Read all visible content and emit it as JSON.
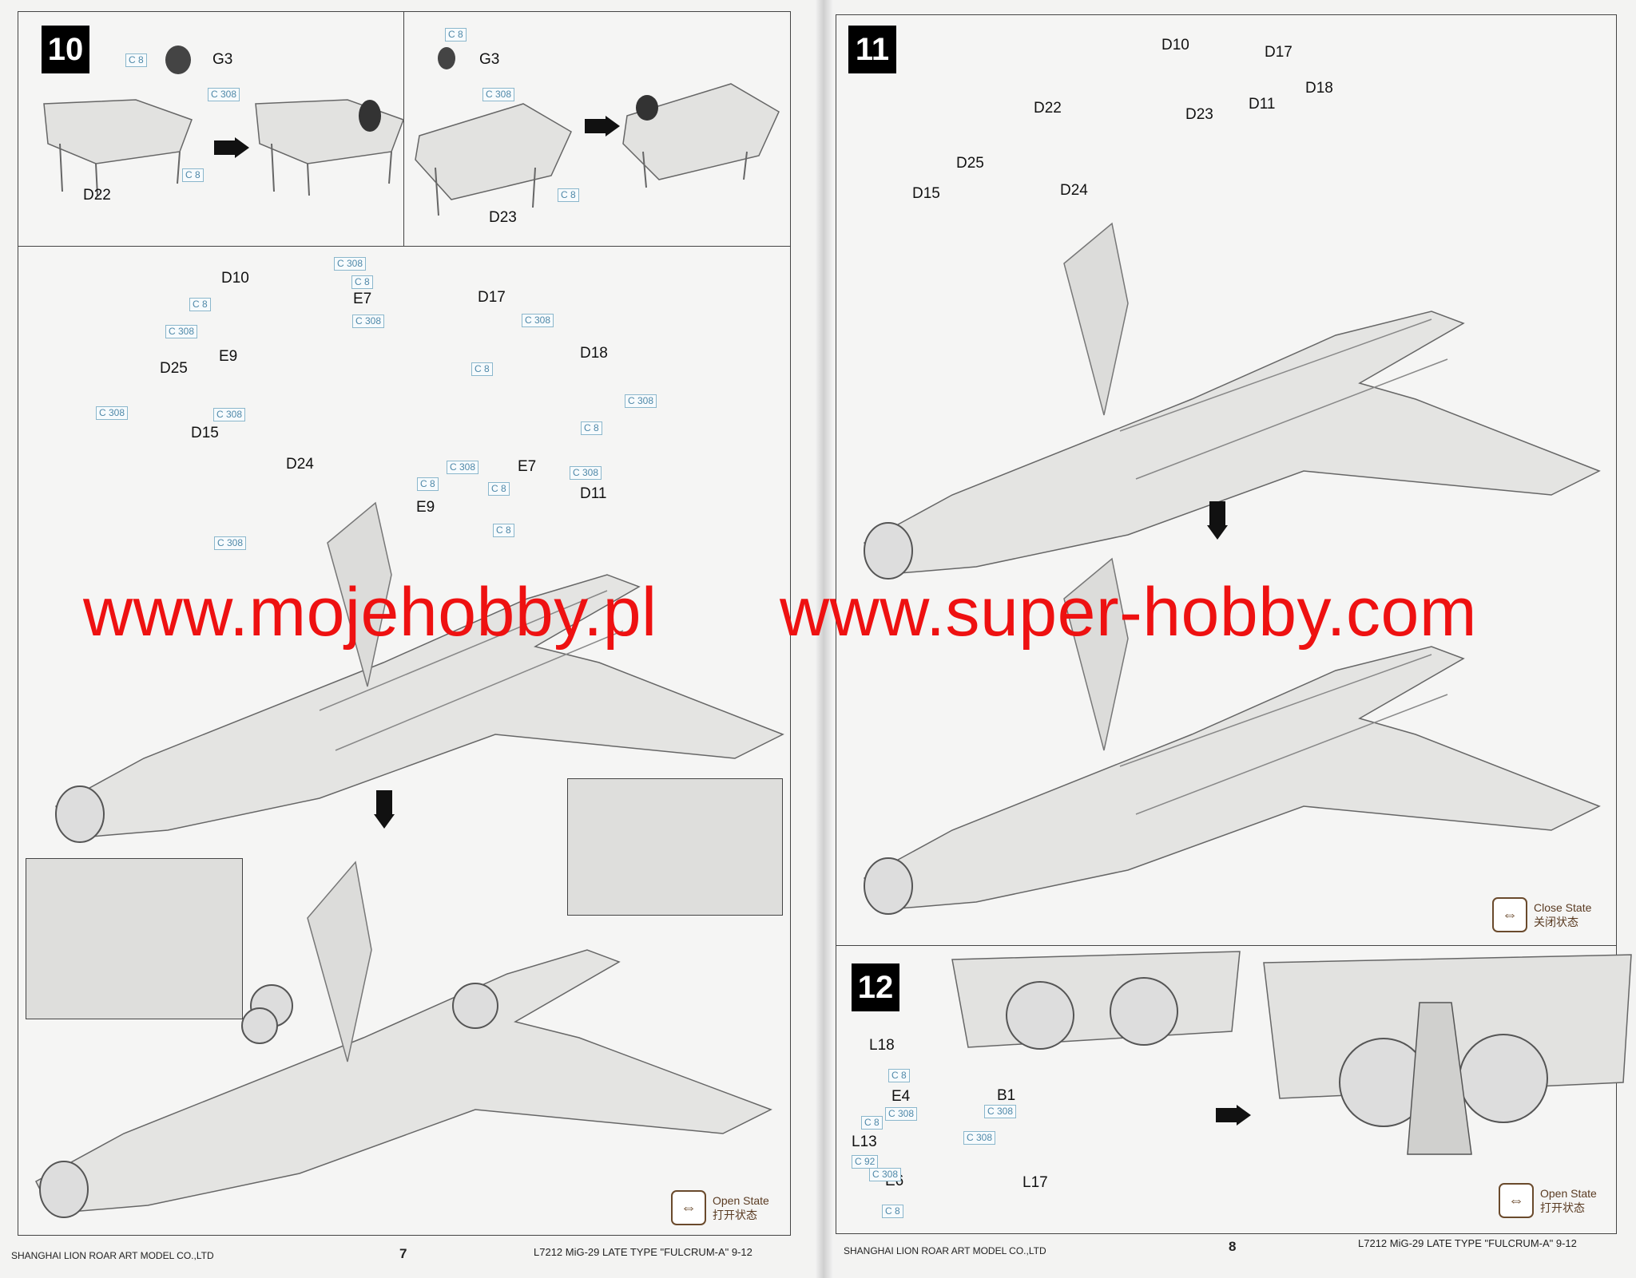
{
  "watermark": {
    "left_text": "www.mojehobby.pl",
    "right_text": "www.super-hobby.com"
  },
  "left_page": {
    "step": "10",
    "footer_company": "SHANGHAI LION ROAR ART MODEL CO.,LTD",
    "page_number": "7",
    "footer_title": "L7212  MiG-29  LATE  TYPE  \"FULCRUM-A\"  9-12",
    "state_label": "Open State",
    "state_label_cn": "打开状态",
    "labels": {
      "g3a": "G3",
      "d22": "D22",
      "g3b": "G3",
      "d23": "D23",
      "d10": "D10",
      "e7a": "E7",
      "d17": "D17",
      "d18": "D18",
      "e9a": "E9",
      "d25": "D25",
      "d15": "D15",
      "d24": "D24",
      "e9b": "E9",
      "e7b": "E7",
      "d11": "D11"
    },
    "paint_codes": {
      "c1": "C 8",
      "c2": "C 308",
      "c3": "C 8",
      "c4": "C 8",
      "c5": "C 308",
      "c6": "C 8",
      "c7": "C 308",
      "c8": "C 8",
      "c9": "C 8",
      "c10": "C 308",
      "c11": "C 308",
      "c12": "C 308",
      "c13": "C 8",
      "c14": "C 308",
      "c15": "C 308",
      "c16": "C 8",
      "c17": "C 308",
      "c18": "C 8",
      "c19": "C 308",
      "c20": "C 8",
      "c21": "C 308",
      "c22": "C 8",
      "c23": "C 308"
    }
  },
  "right_page": {
    "step11": "11",
    "step12": "12",
    "footer_company": "SHANGHAI LION ROAR ART MODEL CO.,LTD",
    "page_number": "8",
    "footer_title": "L7212  MiG-29  LATE  TYPE  \"FULCRUM-A\"  9-12",
    "close_state_label": "Close State",
    "close_state_label_cn": "关闭状态",
    "open_state_label": "Open State",
    "open_state_label_cn": "打开状态",
    "labels": {
      "d10": "D10",
      "d17": "D17",
      "d18": "D18",
      "d22": "D22",
      "d23": "D23",
      "d11": "D11",
      "d25": "D25",
      "d24": "D24",
      "d15": "D15",
      "l18": "L18",
      "e4": "E4",
      "b1": "B1",
      "l13": "L13",
      "e6": "E6",
      "l17": "L17"
    },
    "paint_codes": {
      "r1": "C 8",
      "r2": "C 308",
      "r3": "C 308",
      "r4": "C 8",
      "r5": "C 308",
      "r6": "C 92",
      "r7": "C 308",
      "r8": "C 8"
    }
  }
}
